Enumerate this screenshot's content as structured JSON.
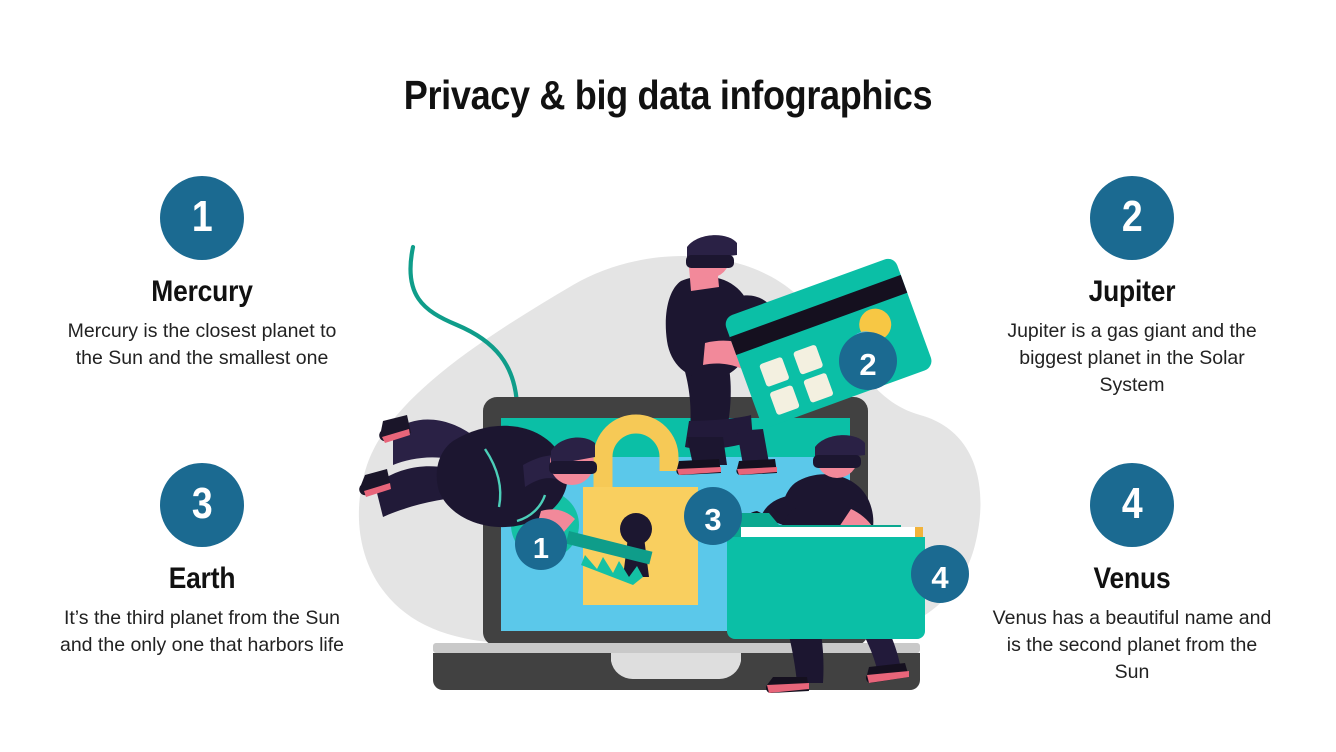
{
  "slide": {
    "title": "Privacy & big data infographics",
    "background_color": "#ffffff",
    "accent_color": "#1b6a91",
    "teal_color": "#08b8a0",
    "screen_blue": "#5bc8ea",
    "lock_yellow": "#f6c956",
    "blob_gray": "#e4e4e4"
  },
  "items": [
    {
      "number": "1",
      "title": "Mercury",
      "description": "Mercury is the closest planet to the Sun and the smallest one",
      "position": "top-left"
    },
    {
      "number": "2",
      "title": "Jupiter",
      "description": "Jupiter is a gas giant and the biggest planet in the Solar System",
      "position": "top-right"
    },
    {
      "number": "3",
      "title": "Earth",
      "description": "It’s the third planet from the Sun and the only one that harbors life",
      "position": "bottom-left"
    },
    {
      "number": "4",
      "title": "Venus",
      "description": "Venus has a beautiful name and is the second planet from the Sun",
      "position": "bottom-right"
    }
  ],
  "illustration": {
    "description": "Data privacy illustration: laptop with open padlock on screen and four masked thieves stealing a key, a credit card and a file folder",
    "markers": [
      {
        "number": "1",
        "anchor": "key-on-screen"
      },
      {
        "number": "2",
        "anchor": "credit-card-thief"
      },
      {
        "number": "3",
        "anchor": "padlock"
      },
      {
        "number": "4",
        "anchor": "folder-thief"
      }
    ]
  }
}
